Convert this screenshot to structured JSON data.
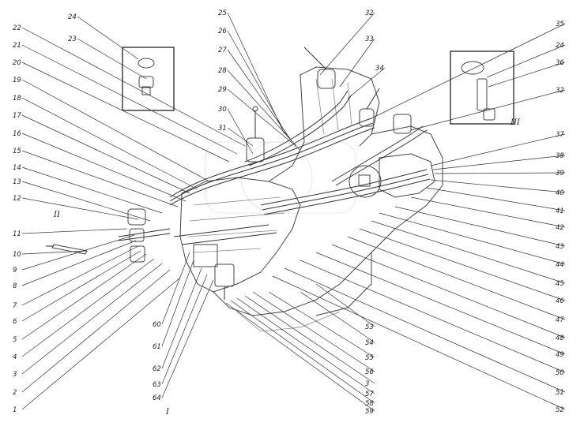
{
  "diagram": {
    "roman_labels": [
      "II",
      "III",
      "I"
    ],
    "left_labels": [
      "22",
      "21",
      "20",
      "19",
      "18",
      "17",
      "16",
      "15",
      "14",
      "13",
      "12",
      "11",
      "10",
      "9",
      "8",
      "7",
      "6",
      "5",
      "4",
      "3",
      "2",
      "1"
    ],
    "right_labels": [
      "35",
      "24",
      "36",
      "32",
      "37",
      "38",
      "39",
      "40",
      "41",
      "42",
      "43",
      "44",
      "45",
      "46",
      "47",
      "48",
      "49",
      "50",
      "51",
      "52"
    ],
    "top_labels": [
      "24",
      "23",
      "25",
      "26",
      "27",
      "28",
      "29",
      "30",
      "31",
      "32",
      "33",
      "34"
    ],
    "bottom_labels": [
      "60",
      "61",
      "62",
      "63",
      "64",
      "53",
      "54",
      "55",
      "56",
      "3",
      "57",
      "58",
      "59"
    ]
  }
}
